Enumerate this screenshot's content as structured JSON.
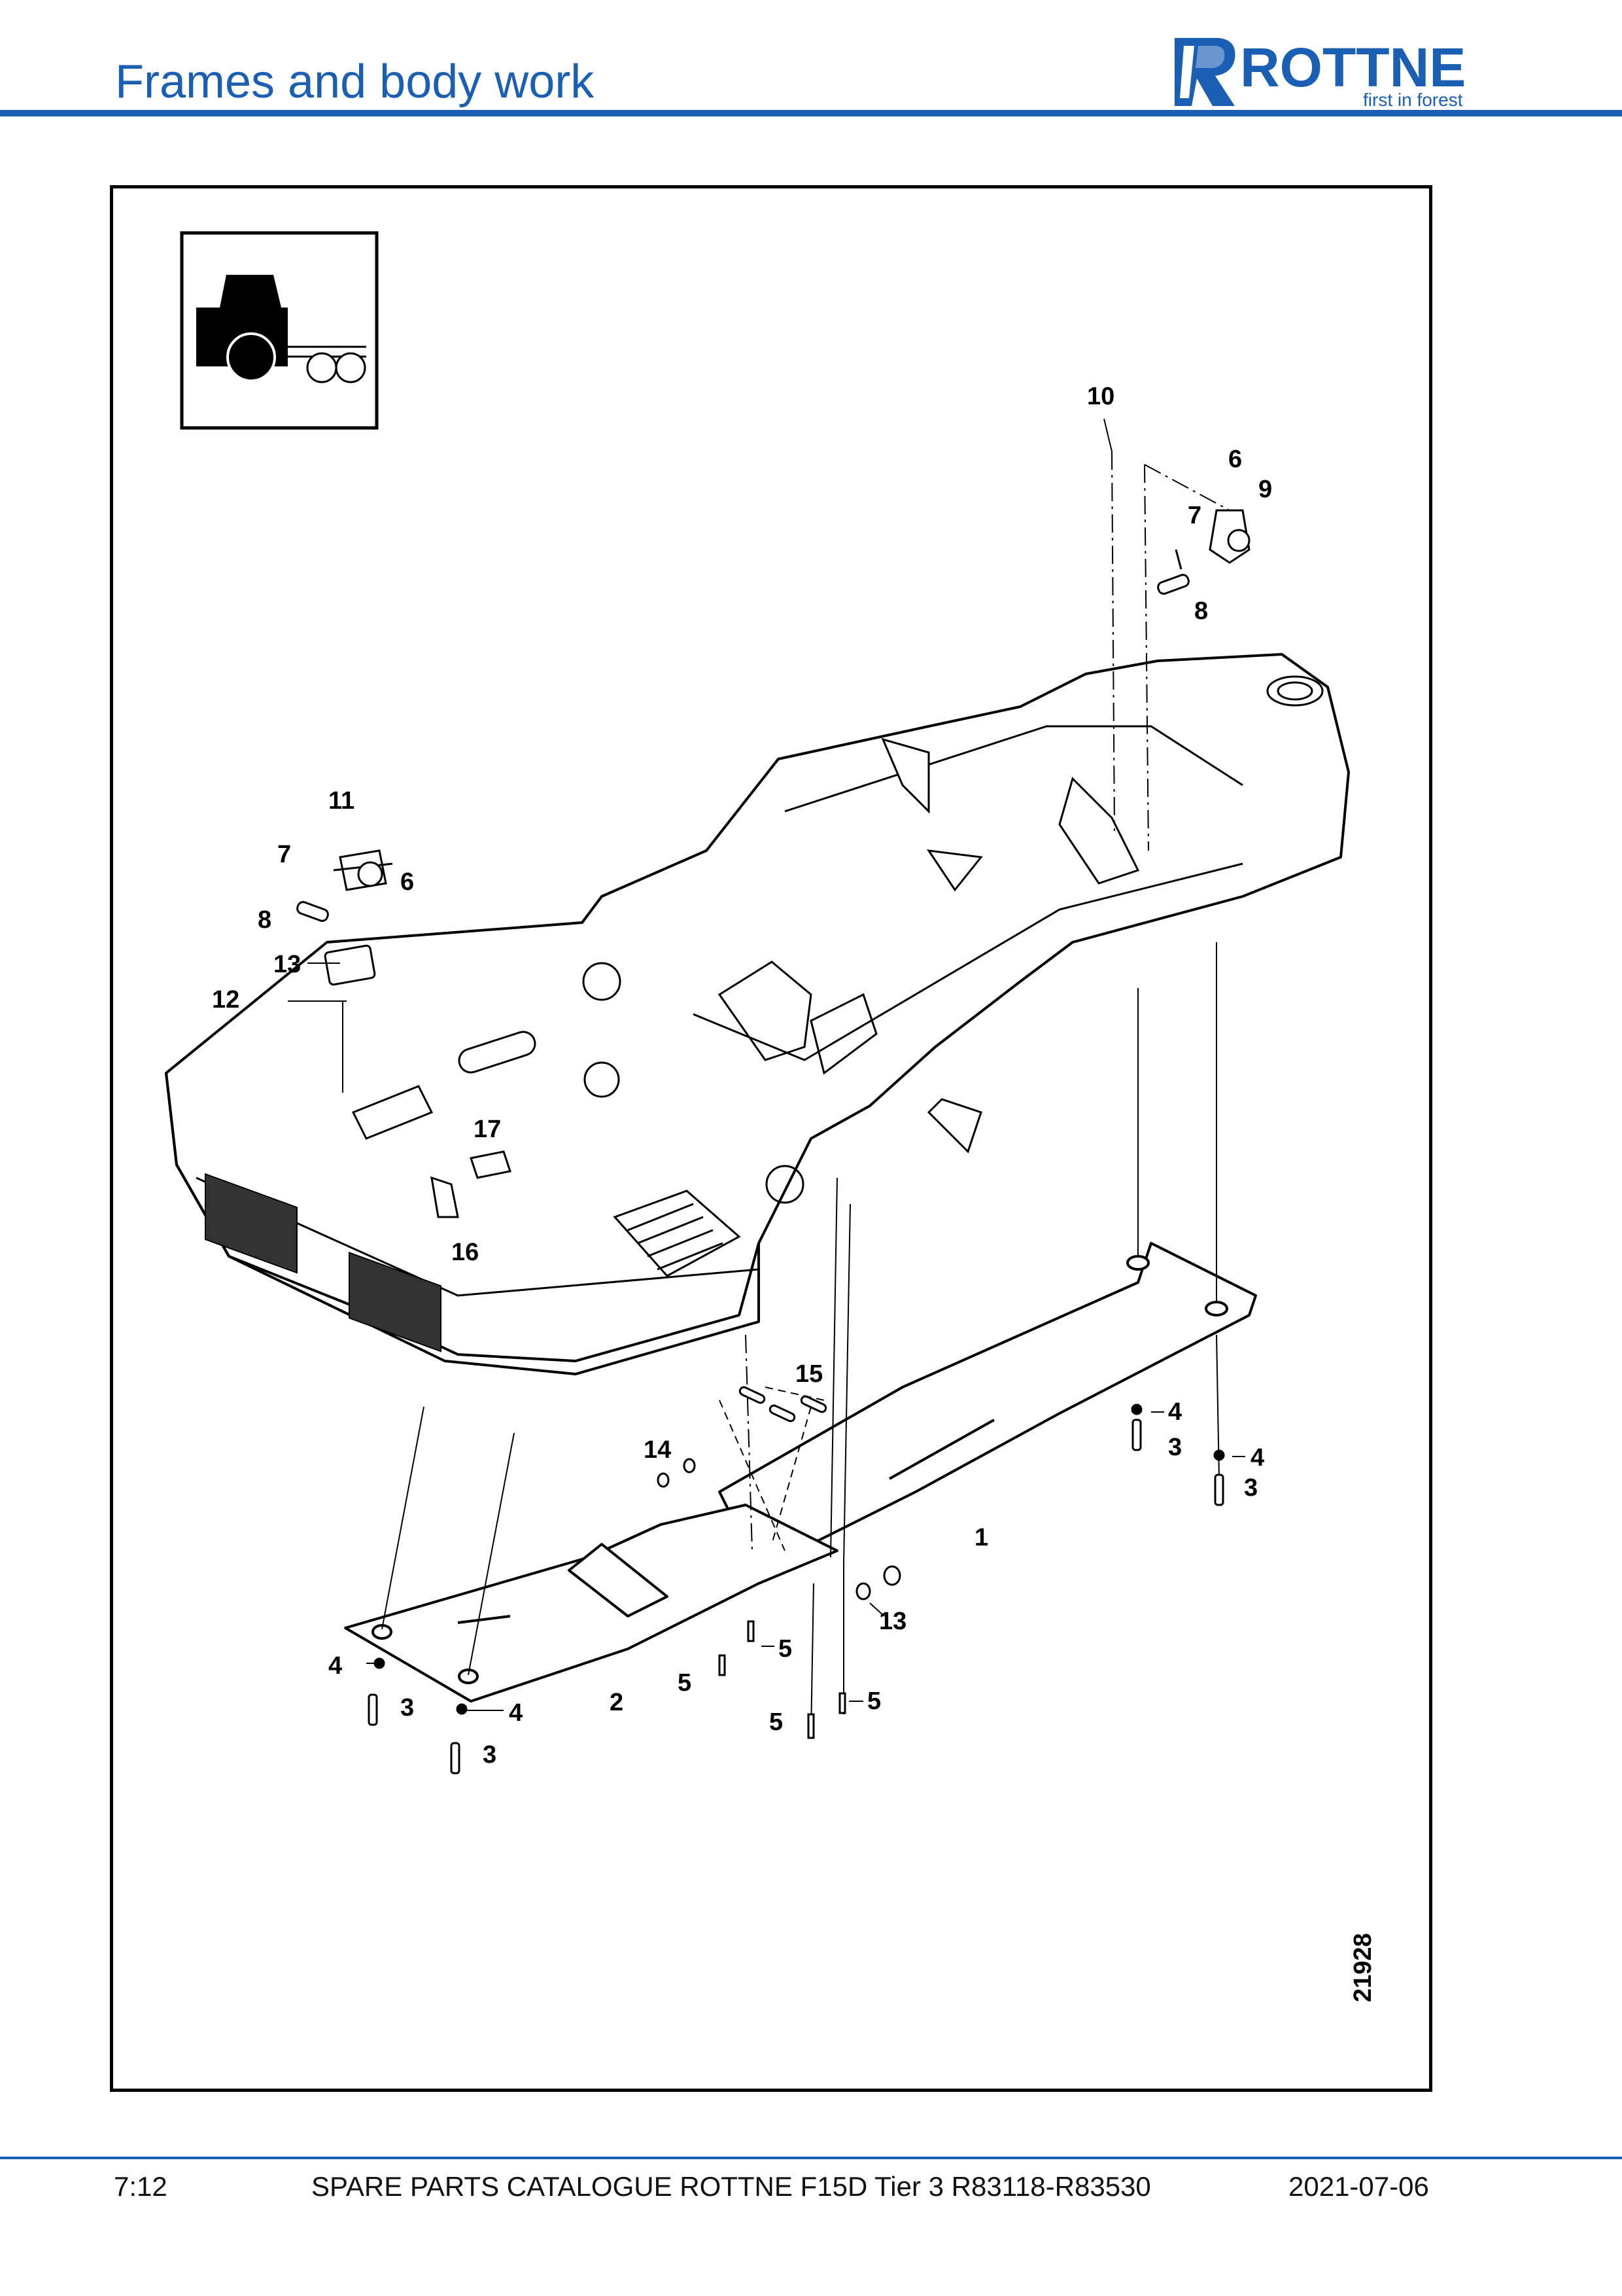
{
  "header": {
    "title": "Frames and body work"
  },
  "logo": {
    "brand": "ROTTNE",
    "tagline": "first in forest",
    "color": "#1a5fb4"
  },
  "figure": {
    "id": "21928",
    "callouts": {
      "c1": "1",
      "c2": "2",
      "c3a": "3",
      "c3b": "3",
      "c3c": "3",
      "c3d": "3",
      "c4a": "4",
      "c4b": "4",
      "c4c": "4",
      "c4d": "4",
      "c5a": "5",
      "c5b": "5",
      "c5c": "5",
      "c5d": "5",
      "c6a": "6",
      "c6b": "6",
      "c7a": "7",
      "c7b": "7",
      "c8a": "8",
      "c8b": "8",
      "c9": "9",
      "c10": "10",
      "c11": "11",
      "c12": "12",
      "c13a": "13",
      "c13b": "13",
      "c14": "14",
      "c15": "15",
      "c16": "16",
      "c17": "17"
    }
  },
  "footer": {
    "page": "7:12",
    "catalogue": "SPARE PARTS CATALOGUE ROTTNE F15D Tier 3 R83118-R83530",
    "date": "2021-07-06"
  }
}
